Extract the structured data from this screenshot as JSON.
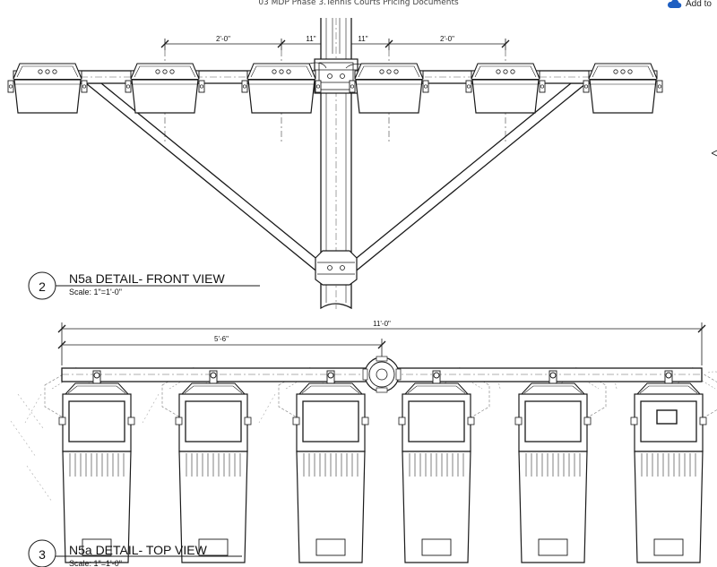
{
  "header": {
    "document_title": "03 MDP Phase 3.Tennis Courts Pricing Documents",
    "add_label": "Add to"
  },
  "front_view": {
    "number": "2",
    "title": "N5a DETAIL- FRONT VIEW",
    "scale": "Scale: 1\"=1'-0\"",
    "dims": {
      "left_spacing": "2'-0\"",
      "left_offset": "11\"",
      "right_offset": "11\"",
      "right_spacing": "2'-0\""
    }
  },
  "top_view": {
    "number": "3",
    "title": "N5a DETAIL- TOP VIEW",
    "scale": "Scale: 1\"=1'-0\"",
    "dims": {
      "overall": "11'-0\"",
      "half": "5'-6\""
    }
  },
  "colors": {
    "line": "#1a1a1a",
    "accent": "#1e5fc2"
  }
}
